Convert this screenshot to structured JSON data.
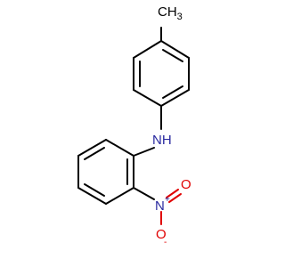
{
  "molecule": {
    "atoms": {
      "methyl": "CH",
      "methyl_sub": "3",
      "amine_n": "NH",
      "nitro_n": "N",
      "nitro_n_charge": "+",
      "nitro_o_top": "O",
      "nitro_o_bottom": "O",
      "nitro_o_bottom_charge": "-"
    },
    "colors": {
      "carbon": "#000000",
      "nitrogen": "#2a2aa0",
      "oxygen": "#e00000"
    }
  }
}
